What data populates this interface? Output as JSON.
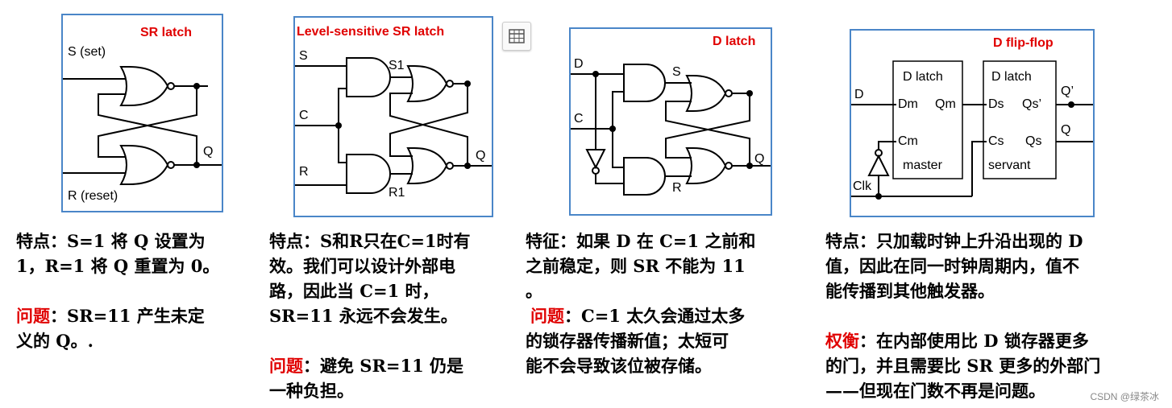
{
  "panels": {
    "sr_latch": {
      "title": "SR latch",
      "labels": {
        "s": "S (set)",
        "r": "R (reset)",
        "q": "Q"
      }
    },
    "level_sr": {
      "title": "Level-sensitive SR latch",
      "labels": {
        "s": "S",
        "c": "C",
        "r": "R",
        "s1": "S1",
        "r1": "R1",
        "q": "Q"
      }
    },
    "d_latch": {
      "title": "D latch",
      "labels": {
        "d": "D",
        "c": "C",
        "s": "S",
        "r": "R",
        "q": "Q"
      }
    },
    "d_ff": {
      "title": "D flip-flop",
      "master": {
        "name": "D latch",
        "dm": "Dm",
        "qm": "Qm",
        "cm": "Cm",
        "role": "master"
      },
      "servant": {
        "name": "D latch",
        "ds": "Ds",
        "qs_prime": "Qs’",
        "cs": "Cs",
        "qs": "Qs",
        "role": "servant"
      },
      "labels": {
        "d": "D",
        "clk": "Clk",
        "q_prime": "Q’",
        "q": "Q"
      }
    }
  },
  "descriptions": {
    "sr_latch": {
      "line1": "特点：S=1 将 Q 设置为",
      "line2": "1，R=1 将 Q 重置为 0。",
      "problem_label": "问题",
      "problem_line1": "：SR=11 产生未定",
      "problem_line2": "义的 Q。."
    },
    "level_sr": {
      "line1": "特点：S和R只在C=1时有",
      "line2": "效。我们可以设计外部电",
      "line3": "路，因此当 C=1 时，",
      "line4": "SR=11 永远不会发生。",
      "problem_label": "问题",
      "problem_line1": "：避免 SR=11 仍是",
      "problem_line2": "一种负担。"
    },
    "d_latch": {
      "line1": "特征：如果 D 在 C=1 之前和",
      "line2": "之前稳定，则 SR 不能为 11",
      "line3": "。",
      "problem_label": "问题",
      "problem_line1": "：C=1 太久会通过太多",
      "problem_line2": "的锁存器传播新值；太短可",
      "problem_line3": "能不会导致该位被存储。"
    },
    "d_ff": {
      "line1": "特点：只加载时钟上升沿出现的 D",
      "line2": "值，因此在同一时钟周期内，值不",
      "line3": "能传播到其他触发器。",
      "tradeoff_label": "权衡",
      "tradeoff_line1": "：在内部使用比 D 锁存器更多",
      "tradeoff_line2": "的门，并且需要比 SR 更多的外部门",
      "tradeoff_line3": "——但现在门数不再是问题。"
    }
  },
  "watermark": "CSDN @绿茶冰",
  "colors": {
    "border": "#4a86c8",
    "title": "#e00000",
    "problem": "#e00000"
  },
  "icons": {
    "toolbar": "table-icon"
  }
}
